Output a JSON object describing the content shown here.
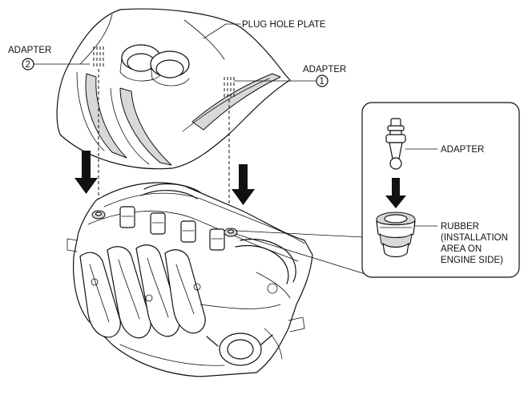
{
  "labels": {
    "plug_hole_plate": "PLUG HOLE PLATE",
    "adapter_top_left": "ADAPTER",
    "adapter_top_right": "ADAPTER",
    "adapter_detail": "ADAPTER",
    "rubber_line1": "RUBBER",
    "rubber_line2": "(INSTALLATION",
    "rubber_line3": "AREA ON",
    "rubber_line4": "ENGINE SIDE)"
  },
  "callouts": {
    "one": "1",
    "two": "2"
  },
  "colors": {
    "line": "#111111",
    "shade": "#d8d8d8",
    "background": "#ffffff"
  }
}
